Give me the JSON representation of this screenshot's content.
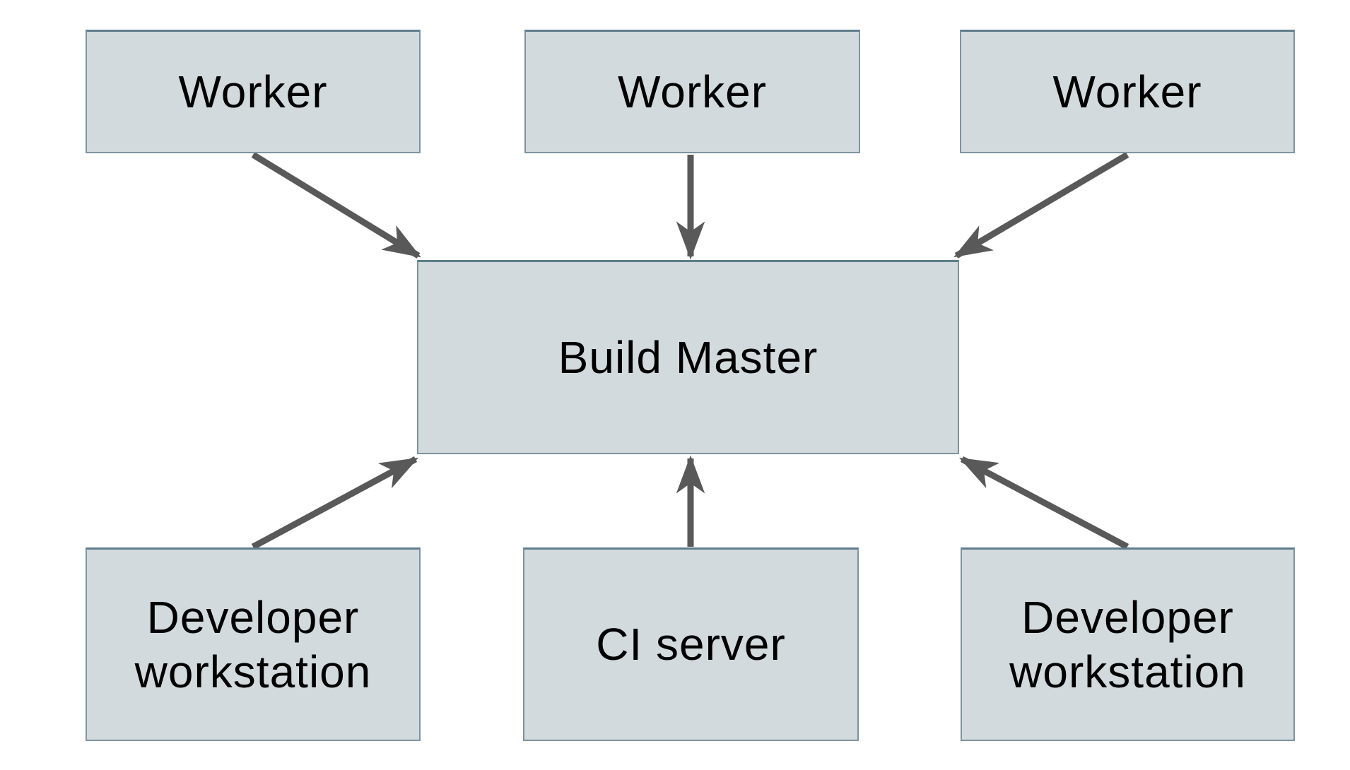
{
  "diagram": {
    "type": "architecture-diagram",
    "background": "#ffffff",
    "colors": {
      "node_fill": "#d2dadd",
      "node_border": "#7e949e",
      "node_border_top": "#5f7d8c",
      "arrow": "#595959",
      "text": "#000000"
    },
    "nodes": {
      "worker_left": {
        "label": "Worker"
      },
      "worker_center": {
        "label": "Worker"
      },
      "worker_right": {
        "label": "Worker"
      },
      "build_master": {
        "label": "Build Master"
      },
      "dev_workstation_left": {
        "label": "Developer workstation"
      },
      "ci_server": {
        "label": "CI server"
      },
      "dev_workstation_right": {
        "label": "Developer workstation"
      }
    },
    "edges": [
      {
        "from": "worker_left",
        "to": "build_master"
      },
      {
        "from": "worker_center",
        "to": "build_master"
      },
      {
        "from": "worker_right",
        "to": "build_master"
      },
      {
        "from": "dev_workstation_left",
        "to": "build_master"
      },
      {
        "from": "ci_server",
        "to": "build_master"
      },
      {
        "from": "dev_workstation_right",
        "to": "build_master"
      }
    ]
  }
}
